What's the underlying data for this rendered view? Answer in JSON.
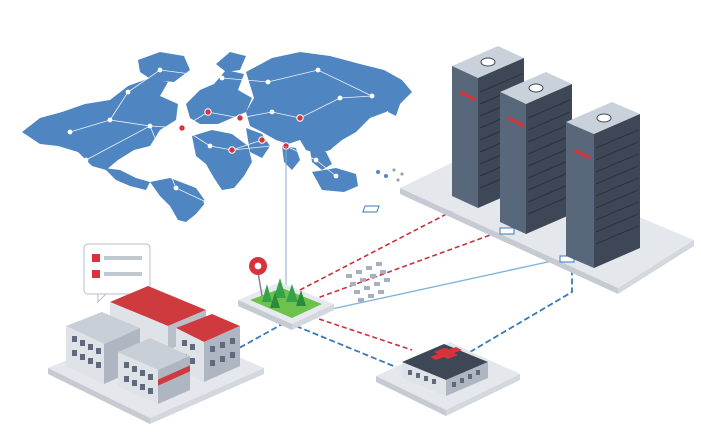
{
  "colors": {
    "map_land": "#4f86c1",
    "map_dot": "#ffffff",
    "hub_red": "#d8323a",
    "rack_body": "#3e4756",
    "rack_side": "#59677a",
    "rack_top": "#c9d1db",
    "platform": "#e4e7ec",
    "platform_side": "#c6cad2",
    "link_red": "#c8323c",
    "link_blue": "#3a78b7",
    "link_lightblue": "#7fb4dd",
    "building_wall": "#dfe3e8",
    "building_roof_red": "#cf3a3f",
    "tree_green": "#35a24a"
  },
  "icons": {
    "map": "world-map",
    "servers": "server-rack",
    "campus": "office-buildings",
    "hub": "edge-node-park",
    "site": "medical-building",
    "pin": "location-pin",
    "bubble": "speech-bubble",
    "devices": "device-grid"
  }
}
